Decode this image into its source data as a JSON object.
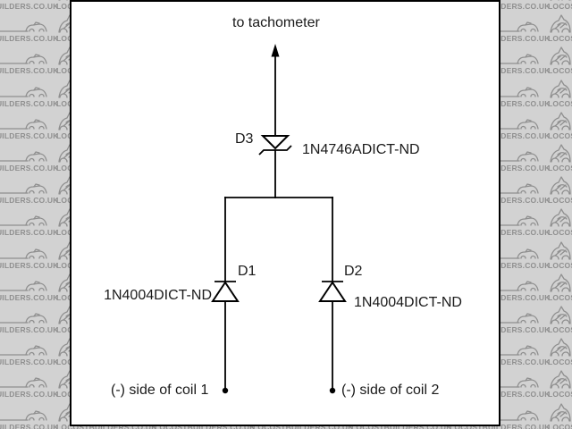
{
  "watermark": {
    "text": "LOCOSTBUILDERS.CO.UK",
    "bg_color": "#d2d2d2",
    "mark_color": "#8f8f8f",
    "rows": 14,
    "tiles_per_row": 7
  },
  "diagram": {
    "labels": {
      "tachometer": "to tachometer",
      "d3_ref": "D3",
      "d3_part": "1N4746ADICT-ND",
      "d1_ref": "D1",
      "d1_part": "1N4004DICT-ND",
      "d2_ref": "D2",
      "d2_part": "1N4004DICT-ND",
      "coil1": "(-) side of coil 1",
      "coil2": "(-) side of coil 2"
    },
    "colors": {
      "background": "#ffffff",
      "border": "#000000",
      "wire": "#000000",
      "text": "#1a1a1a"
    }
  }
}
